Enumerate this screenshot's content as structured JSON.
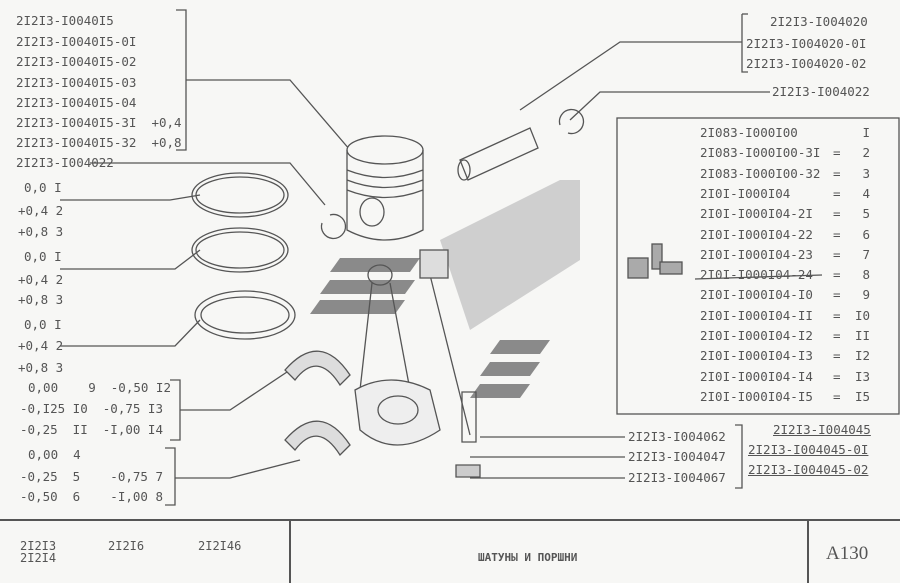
{
  "piston_parts": [
    "2I2I3-I0040I5",
    "2I2I3-I0040I5-0I",
    "2I2I3-I0040I5-02",
    "2I2I3-I0040I5-03",
    "2I2I3-I0040I5-04",
    "2I2I3-I0040I5-3I  +0,4",
    "2I2I3-I0040I5-32  +0,8"
  ],
  "circlip_left": "2I2I3-I004022",
  "pin_parts": [
    "2I2I3-I004020",
    "2I2I3-I004020-0I",
    "2I2I3-I004020-02"
  ],
  "circlip_right": "2I2I3-I004022",
  "ring_groups": [
    [
      "0,0 I",
      "+0,4 2",
      "+0,8 3"
    ],
    [
      "0,0 I",
      "+0,4 2",
      "+0,8 3"
    ],
    [
      "0,0 I",
      "+0,4 2",
      "+0,8 3"
    ]
  ],
  "bearing_upper": [
    "0,00    9  -0,50 I2",
    "-0,I25 I0  -0,75 I3",
    "-0,25  II  -I,00 I4"
  ],
  "bearing_lower": [
    "0,00  4",
    "-0,25  5    -0,75 7",
    "-0,50  6    -I,00 8"
  ],
  "kit_table": [
    {
      "part": "2I083-I000I00",
      "eq": "",
      "n": "I"
    },
    {
      "part": "2I083-I000I00-3I",
      "eq": "=",
      "n": "2"
    },
    {
      "part": "2I083-I000I00-32",
      "eq": "=",
      "n": "3"
    },
    {
      "part": "2I0I-I000I04",
      "eq": "=",
      "n": "4"
    },
    {
      "part": "2I0I-I000I04-2I",
      "eq": "=",
      "n": "5"
    },
    {
      "part": "2I0I-I000I04-22",
      "eq": "=",
      "n": "6"
    },
    {
      "part": "2I0I-I000I04-23",
      "eq": "=",
      "n": "7"
    },
    {
      "part": "2I0I-I000I04-24",
      "eq": "=",
      "n": "8"
    },
    {
      "part": "2I0I-I000I04-I0",
      "eq": "=",
      "n": "9"
    },
    {
      "part": "2I0I-I000I04-II",
      "eq": "=",
      "n": "I0"
    },
    {
      "part": "2I0I-I000I04-I2",
      "eq": "=",
      "n": "II"
    },
    {
      "part": "2I0I-I000I04-I3",
      "eq": "=",
      "n": "I2"
    },
    {
      "part": "2I0I-I000I04-I4",
      "eq": "=",
      "n": "I3"
    },
    {
      "part": "2I0I-I000I04-I5",
      "eq": "=",
      "n": "I5"
    }
  ],
  "rod_parts": [
    "2I2I3-I004062",
    "2I2I3-I004047",
    "2I2I3-I004067"
  ],
  "rod_assembly": [
    "2I2I3-I004045",
    "2I2I3-I004045-0I",
    "2I2I3-I004045-02"
  ],
  "footer": {
    "models_a": "2I2I3",
    "models_b": "2I2I4",
    "model2": "2I2I6",
    "model3": "2I2I46",
    "title": "ШАТУНЫ И ПОРШНИ",
    "page": "A130"
  }
}
